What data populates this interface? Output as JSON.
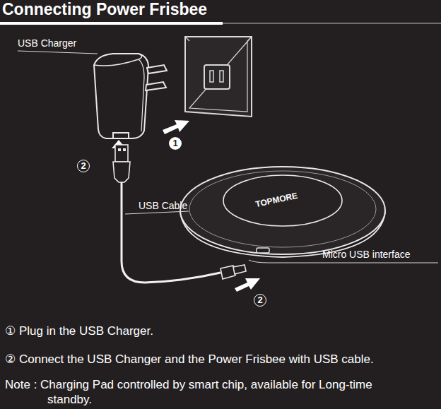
{
  "diagram": {
    "title": "Connecting Power Frisbee",
    "labels": [
      "USB Charger",
      "1",
      "2",
      "USB Cable",
      "TOPMORE",
      "Micro USB interface",
      "2",
      "① Plug in the USB Charger.",
      "② Connect the USB Changer and the Power Frisbee with USB cable.",
      "Note : Charging Pad controlled by smart chip, available for Long-time standby."
    ]
  }
}
